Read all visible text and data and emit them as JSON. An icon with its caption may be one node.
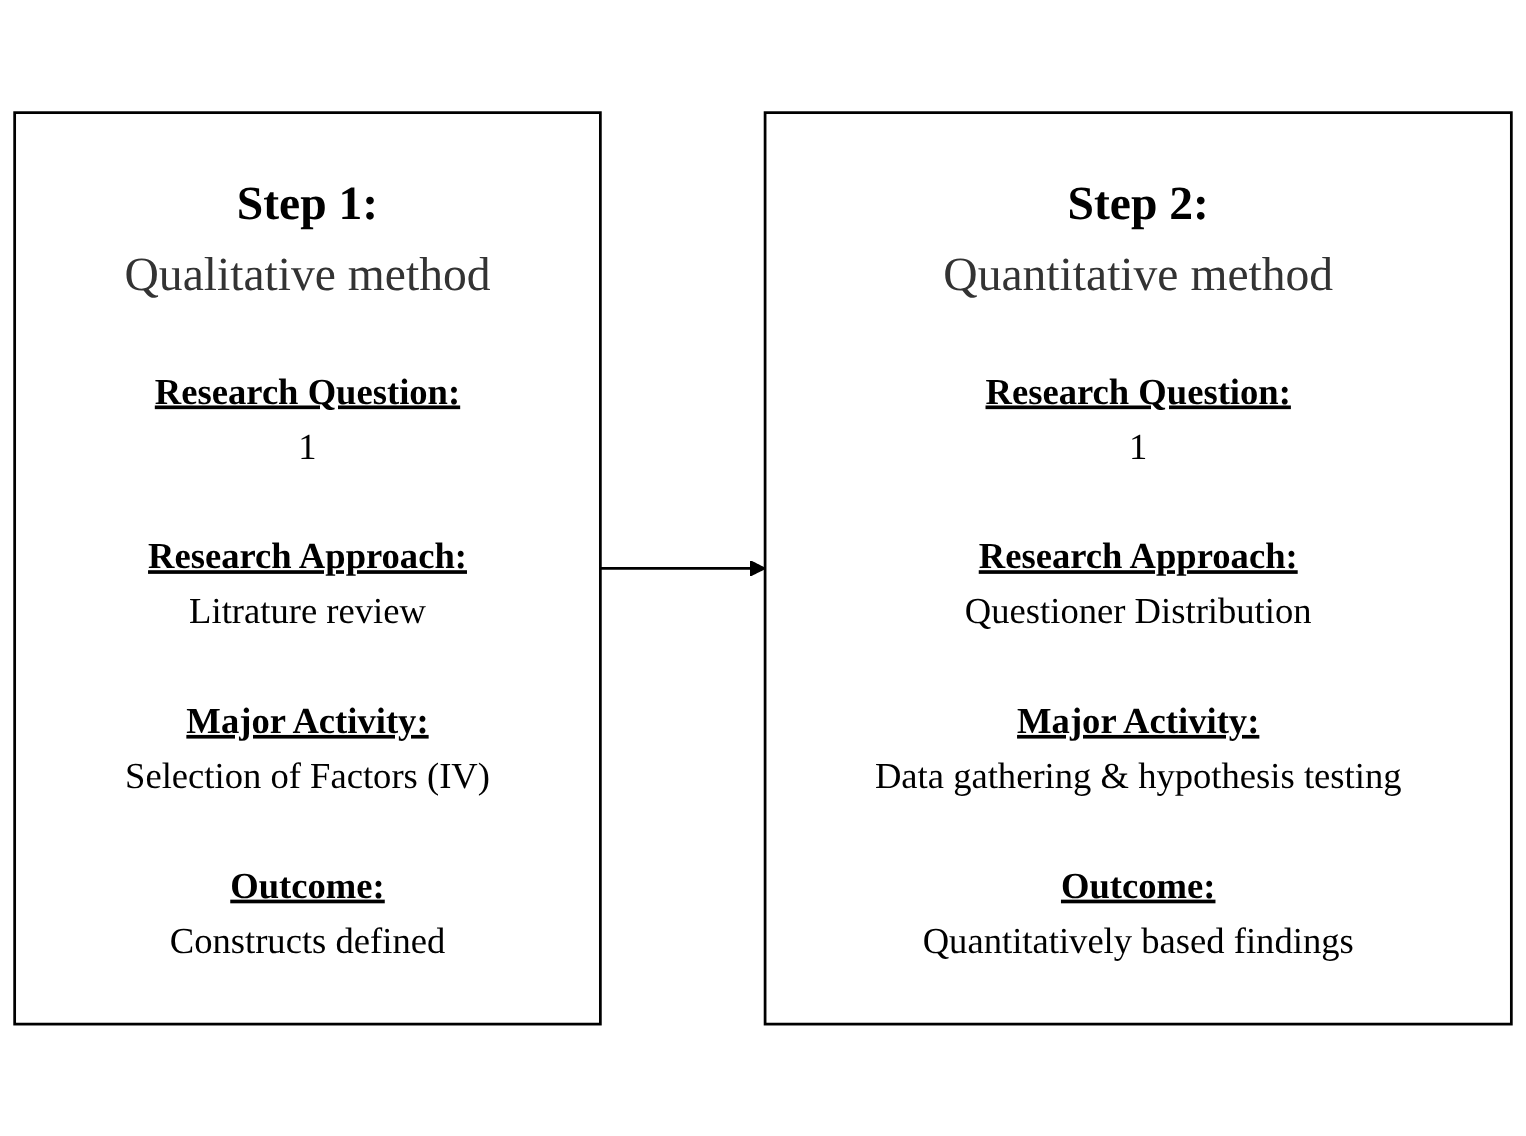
{
  "diagram": {
    "nodes": [
      {
        "text": [
          "Step 1:",
          "Qualitative method",
          "Research Question:",
          "1",
          "Research Approach:",
          "Litrature review",
          "Major Activity:",
          "Selection of Factors (IV)",
          "Outcome:",
          "Constructs defined"
        ]
      },
      {
        "text": [
          "Step 2:",
          "Quantitative method",
          "Research Question:",
          "1",
          "Research Approach:",
          "Questioner Distribution",
          "Major Activity:",
          "Data gathering & hypothesis testing",
          "Outcome:",
          "Quantitatively based findings"
        ]
      }
    ],
    "edges": [
      {
        "from": 0,
        "to": 1,
        "arrow": "to"
      }
    ]
  }
}
